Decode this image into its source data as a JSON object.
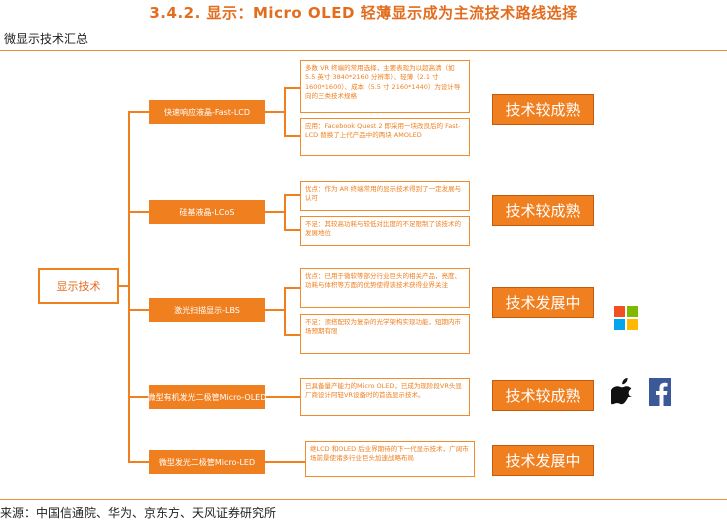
{
  "heading": "3.4.2. 显示：Micro OLED 轻薄显示成为主流技术路线选择",
  "subheading": "微显示技术汇总",
  "source": "来源：中国信通院、华为、京东方、天风证券研究所",
  "root": "显示技术",
  "branches": [
    {
      "label": "快速响应液晶-Fast-LCD",
      "descriptions": [
        "多数 VR 终端的常用选择，主要表现为以超高清（如 5.5 英寸 3840*2160 分辨率）、轻薄（2.1 寸 1600*1600）、成本（5.5 寸 2160*1440）为设计导向的三类技术规格",
        "应用：Facebook Quest 2 即采用一块改良后的 Fast-LCD 替换了上代产品中的两块 AMOLED"
      ],
      "status": "技术较成熟",
      "icons": []
    },
    {
      "label": "硅基液晶-LCoS",
      "descriptions": [
        "优点：作为 AR 终端常用的显示技术得到了一定发展与认可",
        "不足：其较高功耗与较低对比度的不足限制了该技术的发展地位"
      ],
      "status": "技术较成熟",
      "icons": []
    },
    {
      "label": "激光扫描显示-LBS",
      "descriptions": [
        "优点：已用于微软等部分行业巨头的相关产品，亮度、功耗与体积等方面的优势使得该技术获得业界关注",
        "不足：须搭配较为复杂的光学架构实现功能，短期内市场预期有限"
      ],
      "status": "技术发展中",
      "icons": [
        "microsoft-icon"
      ]
    },
    {
      "label": "微型有机发光二极管Micro-OLED",
      "descriptions": [
        "已具备量产能力的Micro OLED，已成为现阶段VR头显厂商设计阿轻VR设备时的首选显示技术。"
      ],
      "status": "技术较成熟",
      "icons": [
        "apple-icon",
        "facebook-icon"
      ]
    },
    {
      "label": "微型发光二极管Micro-LED",
      "descriptions": [
        "继LCD 和OLED 后业界期待的下一代显示技术，广阔市场前景使诸多行业巨头加速战略布局"
      ],
      "status": "技术发展中",
      "icons": []
    }
  ],
  "colors": {
    "accent": "#f07f1f",
    "heading": "#e36c1d",
    "microsoft": [
      "#f25022",
      "#7fba00",
      "#00a4ef",
      "#ffb900"
    ],
    "facebook": "#3b5998"
  }
}
